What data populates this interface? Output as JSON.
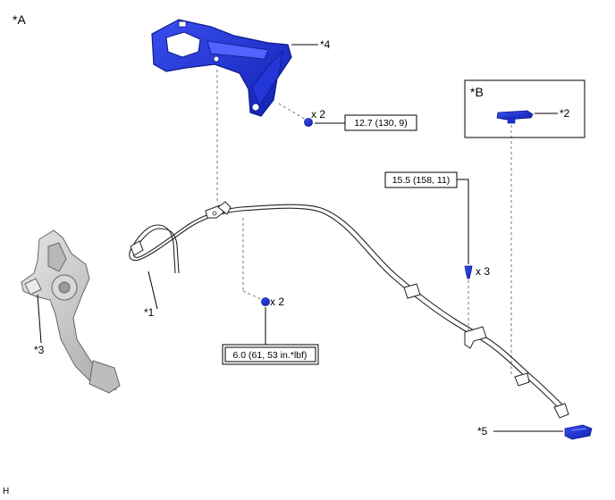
{
  "view_labels": {
    "main": "*A",
    "detail": "*B"
  },
  "callouts": {
    "c1": "*1",
    "c2": "*2",
    "c3": "*3",
    "c4": "*4",
    "c5": "*5"
  },
  "quantities": {
    "bracket_nut": "x 2",
    "lower_nut": "x 2",
    "clips": "x 3"
  },
  "torque_specs": {
    "bracket": "12.7 (130, 9)",
    "clip": "15.5 (158, 11)",
    "lower": "6.0 (61, 53 in.*lbf)"
  },
  "corner_mark": "H",
  "colors": {
    "highlight_part": "#1a2fd6",
    "highlight_dark": "#0d1a8a",
    "line": "#000000",
    "gray_part": "#c9c9c9"
  },
  "icons": [
    "bolt-icon",
    "clip-icon",
    "nut-icon"
  ]
}
